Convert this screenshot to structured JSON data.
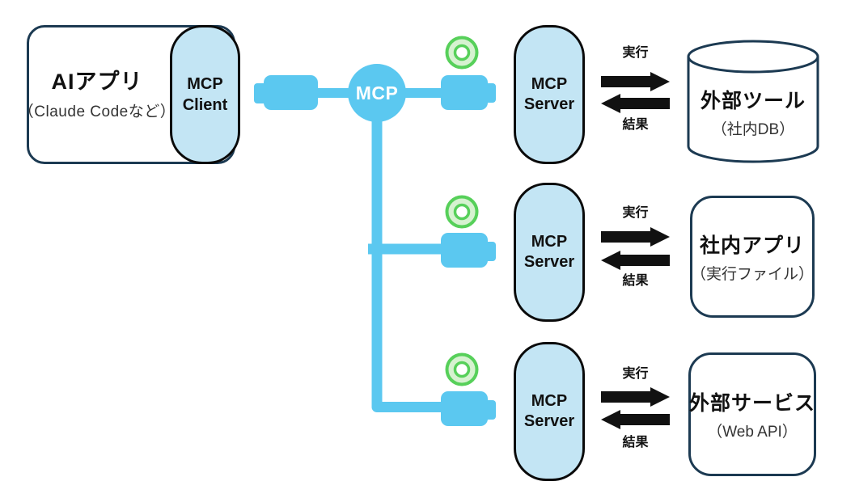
{
  "colors": {
    "connector_blue": "#5BC8F0",
    "node_fill_light_blue": "#C3E5F4",
    "outline_navy": "#1C3A52",
    "outline_black": "#0A0A0A",
    "status_green_stroke": "#57D05A",
    "status_green_fill": "#D6F2D0",
    "arrow_black": "#111111",
    "hub_text_white": "#FFFFFF"
  },
  "ai_app": {
    "title": "AIアプリ",
    "subtitle": "（Claude Codeなど）"
  },
  "mcp_client": {
    "line1": "MCP",
    "line2": "Client"
  },
  "hub": {
    "label": "MCP"
  },
  "icons": {
    "connector": "usb-plug-icon",
    "status": "green-ring-status-icon",
    "request": "right-arrow-icon",
    "response": "left-arrow-icon"
  },
  "rows": [
    {
      "server_line1": "MCP",
      "server_line2": "Server",
      "request_label": "実行",
      "response_label": "結果",
      "target_title": "外部ツール",
      "target_subtitle": "（社内DB）",
      "target_shape": "database-cylinder"
    },
    {
      "server_line1": "MCP",
      "server_line2": "Server",
      "request_label": "実行",
      "response_label": "結果",
      "target_title": "社内アプリ",
      "target_subtitle": "（実行ファイル）",
      "target_shape": "rounded-box"
    },
    {
      "server_line1": "MCP",
      "server_line2": "Server",
      "request_label": "実行",
      "response_label": "結果",
      "target_title": "外部サービス",
      "target_subtitle": "（Web API）",
      "target_shape": "rounded-box"
    }
  ]
}
